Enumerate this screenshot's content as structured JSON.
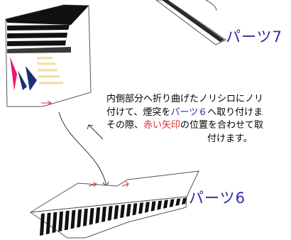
{
  "colors": {
    "blue": "#2e2b9e",
    "red": "#e02b2b",
    "pink": "#e8196e",
    "navy": "#1c2f73",
    "cream": "#f1dfac",
    "black": "#111111"
  },
  "labels": {
    "part7": "パーツ7",
    "part6": "パーツ6"
  },
  "instruction": {
    "line1": "内側部分へ折り曲げたノリシロにノリ",
    "line2_a": "付けて、煙突を",
    "line2_b": "パーツ６",
    "line2_c": "へ取り付けま",
    "line3_a": "その際、",
    "line3_b": "赤い矢印",
    "line3_c": "の位置を合わせて取",
    "line4": "付けます。"
  }
}
